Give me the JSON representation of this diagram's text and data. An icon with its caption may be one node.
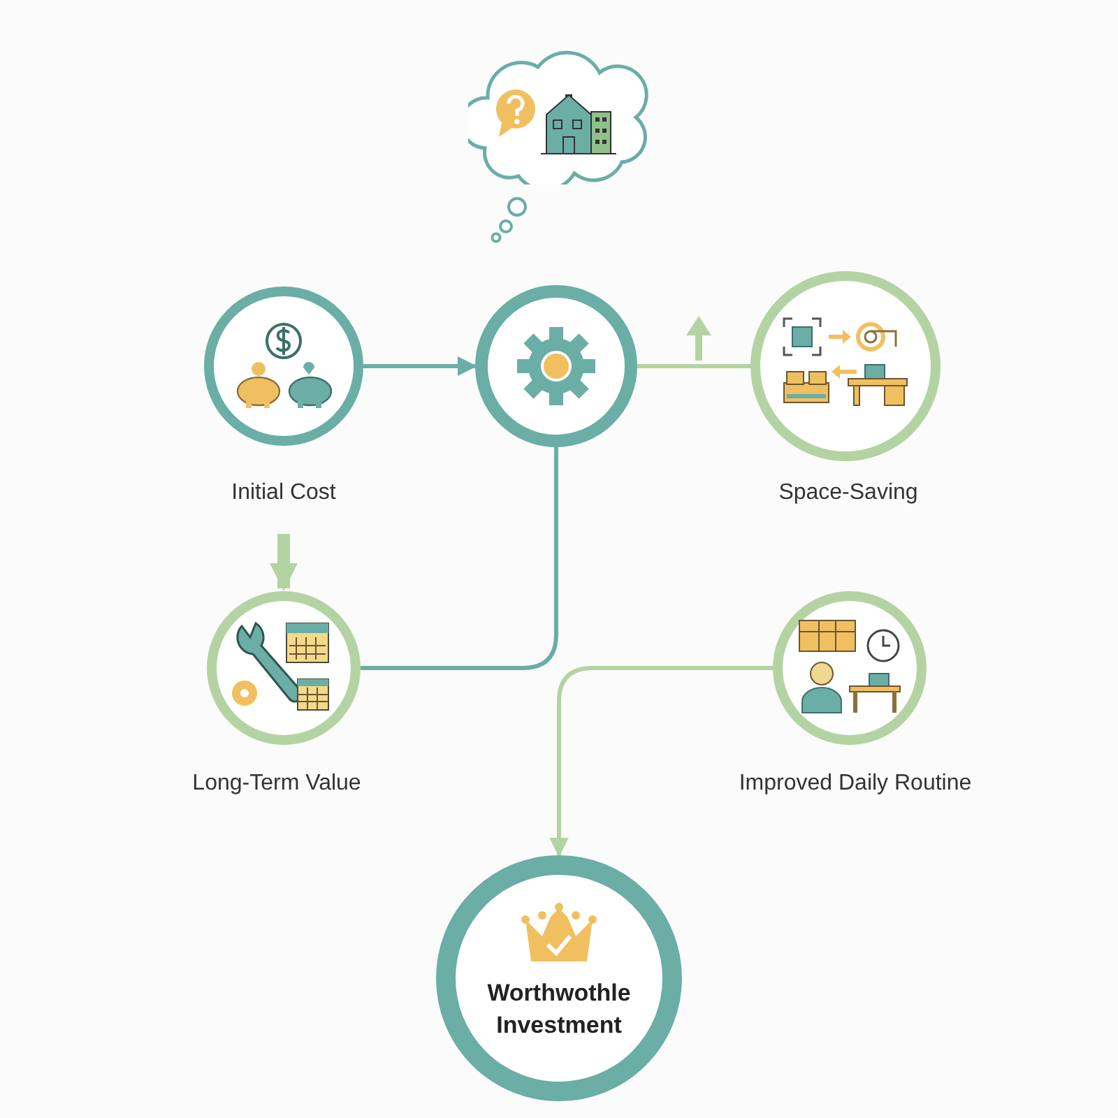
{
  "diagram": {
    "nodes": [
      {
        "text": [],
        "shape": "circle",
        "beside": [
          "Initial Cost"
        ]
      },
      {
        "text": [],
        "shape": "circle"
      },
      {
        "text": [],
        "shape": "circle",
        "beside": [
          "Space-Saving"
        ]
      },
      {
        "text": [],
        "shape": "circle",
        "beside": [
          "Long-Term Value"
        ]
      },
      {
        "text": [],
        "shape": "circle",
        "beside": [
          "Improved Daily Routine"
        ]
      },
      {
        "text": [
          "Worthwothle Investment"
        ]
      },
      {
        "text": [],
        "shape": "cloud"
      }
    ],
    "edges": [
      {
        "from": 0,
        "to": 1,
        "arrow": "to",
        "color": "#6aaea6"
      },
      {
        "from": 1,
        "to": 2,
        "arrow": "none"
      },
      {
        "from": 0,
        "to": 3,
        "arrow": "to",
        "style": "thick"
      },
      {
        "from": 1,
        "to": 3,
        "arrow": "none",
        "color": "#6aaea6"
      },
      {
        "from": 4,
        "to": 5,
        "arrow": "to"
      }
    ]
  }
}
